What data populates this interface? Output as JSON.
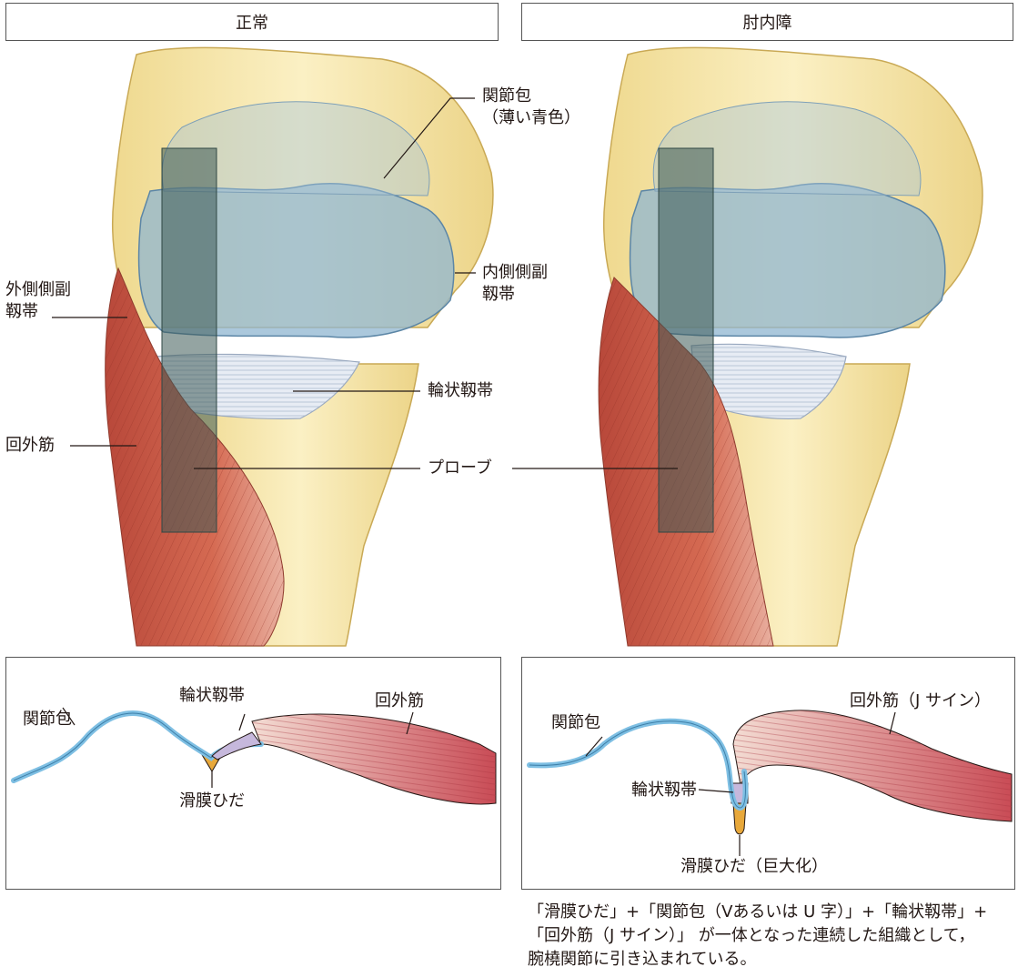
{
  "headers": {
    "normal": "正常",
    "disorder": "肘内障"
  },
  "labels": {
    "capsule_top_1": "関節包",
    "capsule_top_2": "（薄い青色）",
    "medial_lig_1": "内側側副",
    "medial_lig_2": "靱帯",
    "lateral_lig_1": "外側側副",
    "lateral_lig_2": "靱帯",
    "annular_lig": "輪状靱帯",
    "supinator": "回外筋",
    "probe": "プローブ"
  },
  "bottom_left": {
    "capsule": "関節包",
    "annular": "輪状靱帯",
    "supinator": "回外筋",
    "fold": "滑膜ひだ"
  },
  "bottom_right": {
    "capsule": "関節包",
    "annular": "輪状靱帯",
    "supinator": "回外筋（J サイン）",
    "fold": "滑膜ひだ（巨大化）"
  },
  "caption": [
    "「滑膜ひだ」+「関節包（Vあるいは U 字）」+「輪状靱帯」+",
    "「回外筋（J サイン）」 が一体となった連続した組織として，",
    "腕橈関節に引き込まれている。"
  ],
  "colors": {
    "bone": "#f4e2a2",
    "capsule": "#8fb6d0",
    "muscle": "#c85a45",
    "probe": "#3c5a55",
    "fold": "#e8a83a",
    "annular": "#c6b8dc"
  }
}
